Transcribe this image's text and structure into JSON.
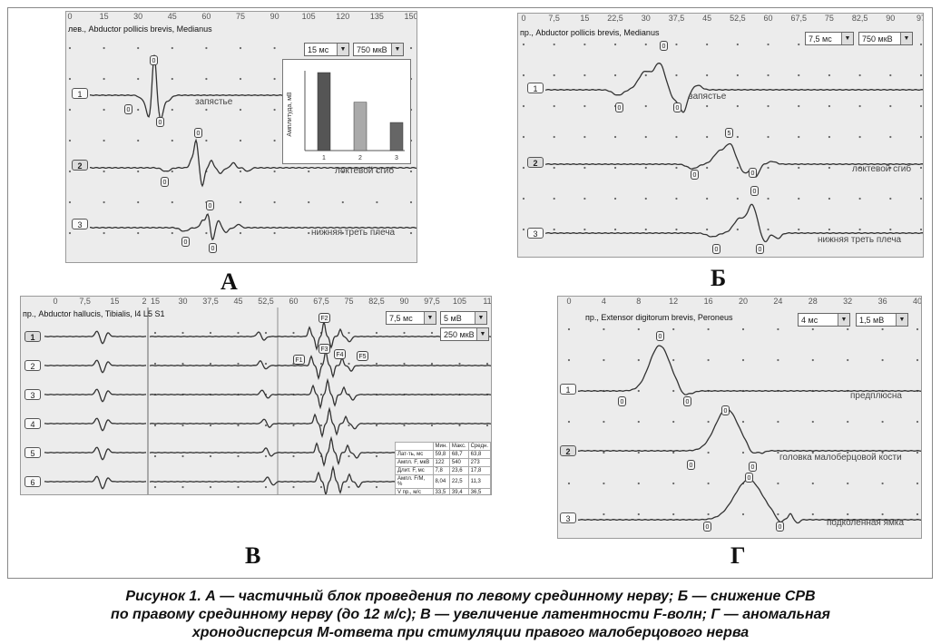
{
  "panel_labels": {
    "a": "А",
    "b": "Б",
    "v": "В",
    "g": "Г"
  },
  "panelA": {
    "header": "лев., Abductor pollicis brevis, Medianus",
    "ticks": [
      "0",
      "15",
      "30",
      "45",
      "60",
      "75",
      "90",
      "105",
      "120",
      "135",
      "150"
    ],
    "sweep_select": "15 мс",
    "sens_select": "750 мкВ",
    "traces": [
      {
        "num": "1",
        "label": "запястье"
      },
      {
        "num": "2",
        "label": "локтевой сгиб"
      },
      {
        "num": "3",
        "label": "нижняя треть плеча"
      }
    ],
    "inset": {
      "ylabel": "Амплитуда, мВ",
      "categories": [
        "1",
        "2",
        "3"
      ],
      "values": [
        1.0,
        0.62,
        0.36
      ]
    }
  },
  "panelB": {
    "header": "пр., Abductor pollicis brevis, Medianus",
    "ticks": [
      "0",
      "7,5",
      "15",
      "22,5",
      "30",
      "37,5",
      "45",
      "52,5",
      "60",
      "67,5",
      "75",
      "82,5",
      "90",
      "97"
    ],
    "sweep_select": "7,5 мс",
    "sens_select": "750 мкВ",
    "traces": [
      {
        "num": "1",
        "label": "запястье"
      },
      {
        "num": "2",
        "label": "локтевой сгиб"
      },
      {
        "num": "3",
        "label": "нижняя треть плеча"
      }
    ]
  },
  "panelV": {
    "header": "пр., Abductor hallucis, Tibialis, l4 L5 S1",
    "ticks_left": [
      "0",
      "7,5",
      "15",
      "2"
    ],
    "ticks_right": [
      "15",
      "30",
      "37,5",
      "45",
      "52,5",
      "60",
      "67,5",
      "75",
      "82,5",
      "90",
      "97,5",
      "105",
      "11"
    ],
    "sweep_select": "7,5 мс",
    "sens_select": "5 мВ",
    "sens2_select": "250 мкВ",
    "traces": [
      "1",
      "2",
      "3",
      "4",
      "5",
      "6"
    ],
    "f_markers": [
      "F1",
      "F2",
      "F3",
      "F4",
      "F5"
    ],
    "stats": {
      "columns": [
        "",
        "Мин.",
        "Макс.",
        "Средн."
      ],
      "rows": [
        [
          "Лат-ть, мс",
          "59,8",
          "68,7",
          "63,8"
        ],
        [
          "Ампл. F, мкВ",
          "122",
          "540",
          "273"
        ],
        [
          "Длит. F, мс",
          "7,8",
          "23,6",
          "17,8"
        ],
        [
          "Ампл. F/M, %",
          "8,04",
          "22,5",
          "11,3"
        ],
        [
          "V пр., м/с",
          "33,5",
          "39,4",
          "36,5"
        ]
      ]
    }
  },
  "panelG": {
    "header": "пр., Extensor digitorum brevis, Peroneus",
    "ticks": [
      "0",
      "4",
      "8",
      "12",
      "16",
      "20",
      "24",
      "28",
      "32",
      "36",
      "40"
    ],
    "sweep_select": "4 мс",
    "sens_select": "1,5 мВ",
    "traces": [
      {
        "num": "1",
        "label": "предплюсна"
      },
      {
        "num": "2",
        "label": "головка малоберцовой кости"
      },
      {
        "num": "3",
        "label": "подколенная ямка"
      }
    ]
  },
  "caption": {
    "line1": "Рисунок 1. А — частичный блок проведения по левому срединному нерву; Б — снижение СРВ",
    "line2": "по правому срединному нерву (до 12 м/с); В — увеличение латентности F-волн; Г — аномальная",
    "line3": "хронодисперсия М-ответа при стимуляции правого малоберцового нерва"
  },
  "colors": {
    "panel_bg": "#ececec",
    "trace": "#333333",
    "bar_dark": "#555555"
  }
}
